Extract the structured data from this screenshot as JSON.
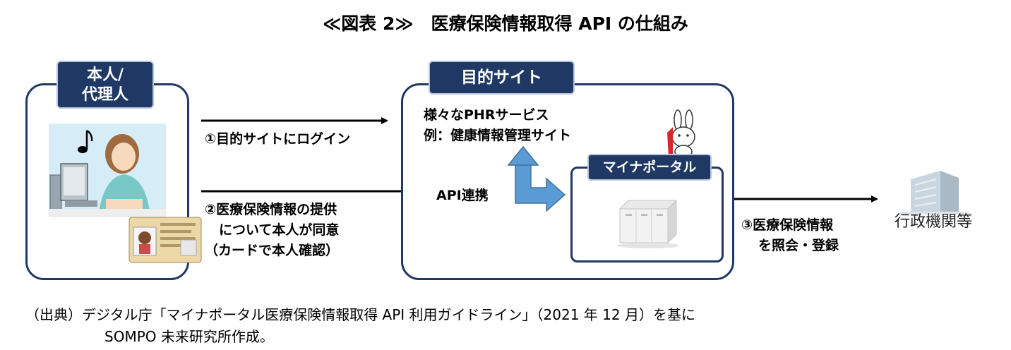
{
  "title": "≪図表 2≫　医療保険情報取得 API の仕組み",
  "user_box": {
    "tag_line1": "本人/",
    "tag_line2": "代理人"
  },
  "target_site": {
    "tag": "目的サイト",
    "services_line1": "様々なPHRサービス",
    "services_line2": "例：健康情報管理サイト",
    "api_label": "API連携"
  },
  "mynaportal": {
    "tag": "マイナポータル"
  },
  "steps": {
    "step1": "①目的サイトにログイン",
    "step2_line1": "②医療保険情報の提供",
    "step2_line2": "について本人が同意",
    "step2_line3": "（カードで本人確認）",
    "step3_line1": "③医療保険情報",
    "step3_line2": "を照会・登録"
  },
  "gov": {
    "label": "行政機関等"
  },
  "source": {
    "line1": "（出典）デジタル庁「マイナポータル医療保険情報取得 API 利用ガイドライン」（2021 年 12 月）を基に",
    "line2": "SOMPO 未来研究所作成。"
  },
  "colors": {
    "navy": "#1f3864",
    "arrow_blue": "#5b9bd5"
  },
  "icons": [
    "music-note-icon",
    "person-at-computer-icon",
    "id-card-icon",
    "mascot-rabbit-icon",
    "server-icon",
    "office-building-icon"
  ]
}
